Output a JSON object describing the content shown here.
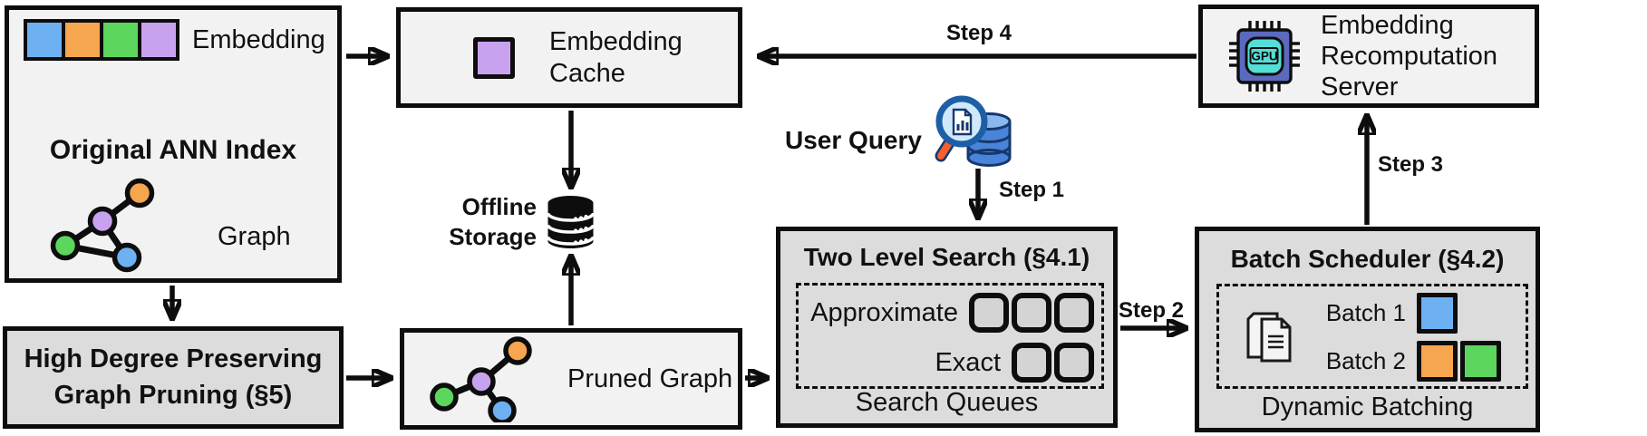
{
  "colors": {
    "blue": "#6eb1f2",
    "orange": "#f6a64e",
    "green": "#5cd65c",
    "purple": "#c9a2ef",
    "box_light": "#f2f2f2",
    "box_gray": "#dcdcdc",
    "queue_fill": "#d4d4d4",
    "chip_body": "#5b6abf",
    "chip_inner": "#54ded7",
    "db_blue": "#4a84d8",
    "db_blue_light": "#8ab7ee",
    "db_outline": "#16386e",
    "lens_fill": "#cfe9fb",
    "lens_ring": "#1d5fa6",
    "handle_orange": "#f4602f"
  },
  "ann_index": {
    "title": "Original ANN Index",
    "embedding_label": "Embedding",
    "graph_label": "Graph",
    "embedding_colors": [
      "blue",
      "orange",
      "green",
      "purple"
    ]
  },
  "embedding_cache": {
    "line1": "Embedding",
    "line2": "Cache"
  },
  "recomputation_server": {
    "line1": "Embedding",
    "line2": "Recomputation",
    "line3": "Server",
    "chip_label": "GPU"
  },
  "offline_storage": {
    "line1": "Offline",
    "line2": "Storage"
  },
  "user_query": {
    "label": "User Query"
  },
  "two_level_search": {
    "title": "Two Level Search (§4.1)",
    "rows": [
      {
        "label": "Approximate",
        "queue_count": 3
      },
      {
        "label": "Exact",
        "queue_count": 2
      }
    ],
    "footer": "Search Queues"
  },
  "batch_scheduler": {
    "title": "Batch Scheduler (§4.2)",
    "batches": [
      {
        "label": "Batch 1",
        "colors": [
          "blue"
        ]
      },
      {
        "label": "Batch 2",
        "colors": [
          "orange",
          "green"
        ]
      }
    ],
    "footer": "Dynamic Batching"
  },
  "graph_pruning": {
    "line1": "High Degree Preserving",
    "line2": "Graph Pruning (§5)"
  },
  "pruned_graph": {
    "label": "Pruned Graph"
  },
  "steps": {
    "s1": "Step 1",
    "s2": "Step 2",
    "s3": "Step 3",
    "s4": "Step 4"
  }
}
